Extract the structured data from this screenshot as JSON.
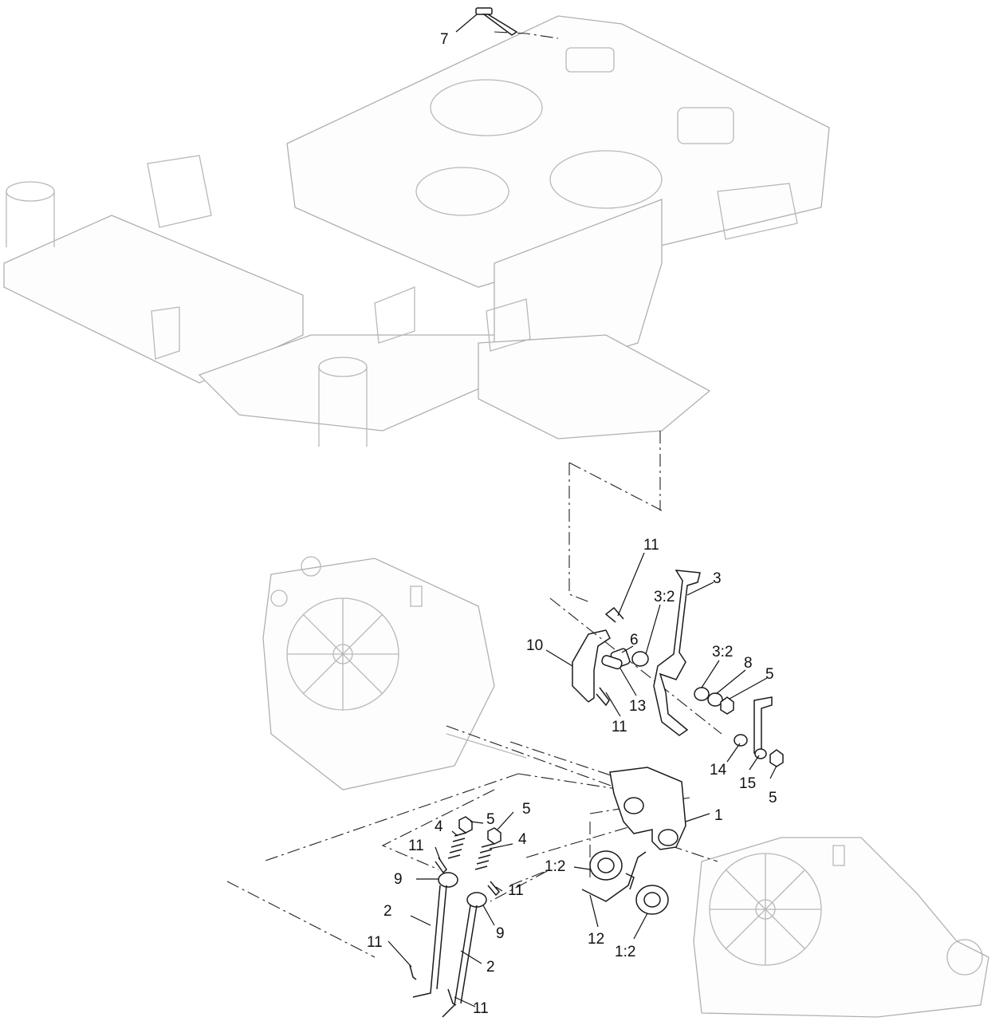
{
  "callouts": {
    "c7": "7",
    "c11_top": "11",
    "c3": "3",
    "c6": "6",
    "c3_2_a": "3:2",
    "c10": "10",
    "c3_2_b": "3:2",
    "c8": "8",
    "c5_right": "5",
    "c13": "13",
    "c11_mid": "11",
    "c14": "14",
    "c15": "15",
    "c5_lower": "5",
    "c1": "1",
    "c5_left_a": "5",
    "c4_left": "4",
    "c5_left_b": "5",
    "c4_right": "4",
    "c11_left": "11",
    "c9_left": "9",
    "c11_right": "11",
    "c1_2_a": "1:2",
    "c2_left": "2",
    "c9_right": "9",
    "c12": "12",
    "c11_bottom_left": "11",
    "c1_2_b": "1:2",
    "c2_right": "2",
    "c11_bottom": "11"
  }
}
